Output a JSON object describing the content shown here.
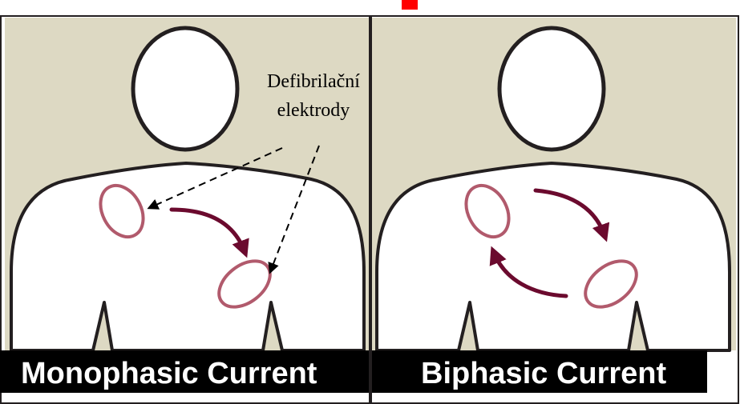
{
  "colors": {
    "panel_background": "#ddd9c3",
    "caption_bar": "#000000",
    "caption_text": "#ffffff",
    "figure_fill": "#ffffff",
    "figure_outline": "#231f20",
    "electrode_outline": "#b15a6c",
    "current_arrow": "#6b0a2e",
    "title_accent": "#ff0000"
  },
  "annotation": {
    "line1": "Defibrilační",
    "line2": "elektrody"
  },
  "panels": [
    {
      "caption": "Monophasic Current",
      "arrow_count": 1,
      "icon": "torso-figure"
    },
    {
      "caption": "Biphasic Current",
      "arrow_count": 2,
      "icon": "torso-figure"
    }
  ]
}
